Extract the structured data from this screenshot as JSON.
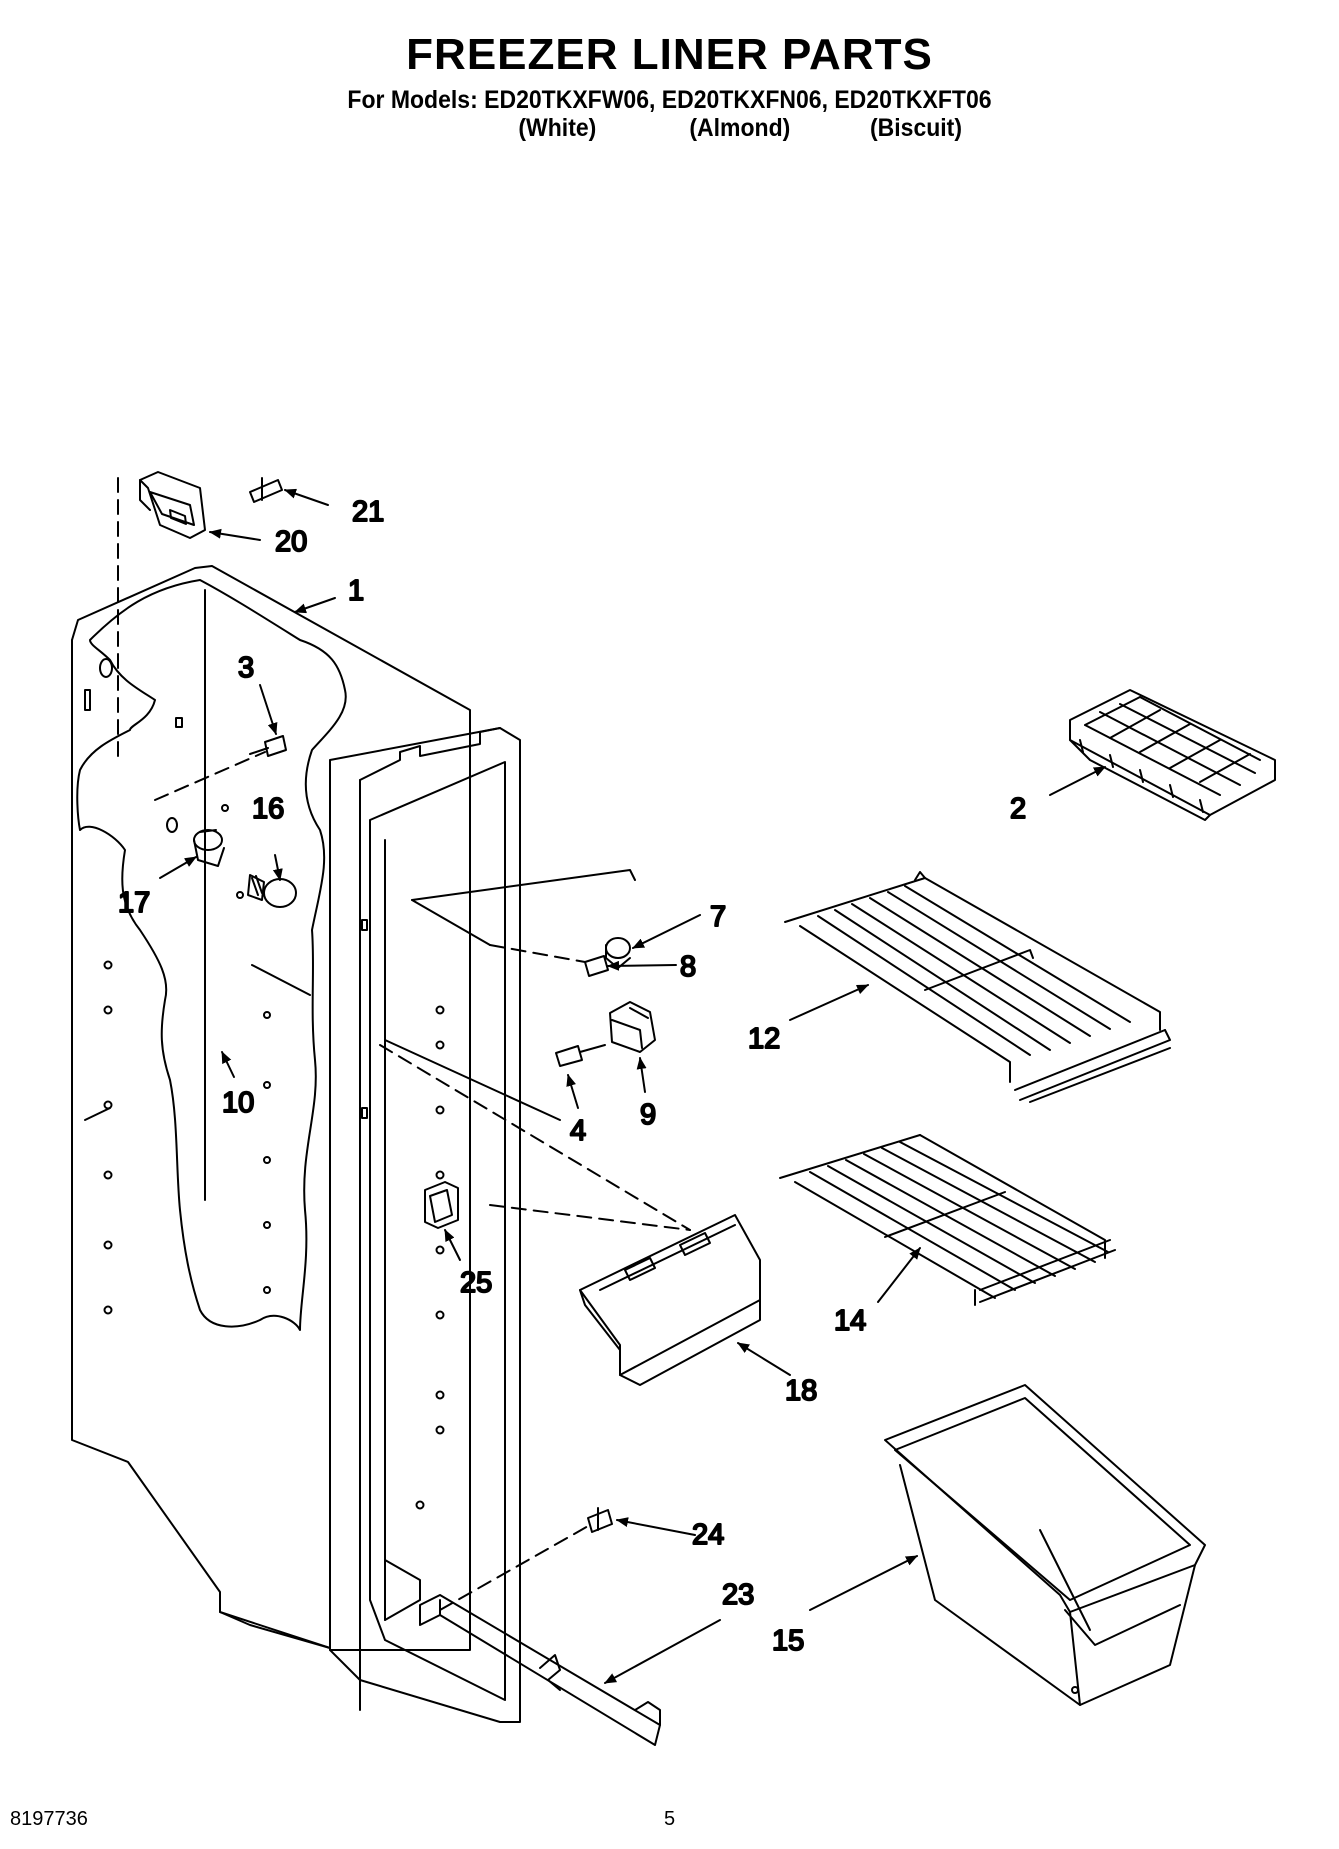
{
  "title": "FREEZER LINER PARTS",
  "models_line": "For Models: ED20TKXFW06, ED20TKXFN06, ED20TKXFT06",
  "colors": [
    "(White)",
    "(Almond)",
    "(Biscuit)"
  ],
  "callouts": [
    "21",
    "20",
    "1",
    "3",
    "16",
    "17",
    "2",
    "7",
    "8",
    "12",
    "10",
    "9",
    "4",
    "25",
    "14",
    "18",
    "24",
    "23",
    "15"
  ],
  "footer": {
    "doc_number": "8197736",
    "page_number": "5"
  }
}
